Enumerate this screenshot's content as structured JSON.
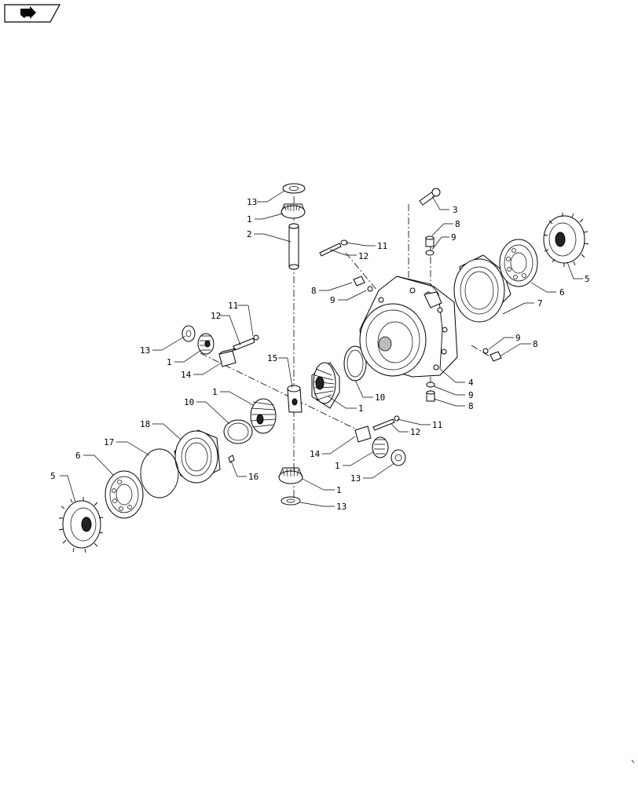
{
  "nav": {
    "icon": "arrow-right-icon"
  },
  "callouts": {
    "c1a": "1",
    "c1b": "1",
    "c1c": "1",
    "c1d": "1",
    "c1e": "1",
    "c1f": "1",
    "c2": "2",
    "c3": "3",
    "c4": "4",
    "c5a": "5",
    "c5b": "5",
    "c6a": "6",
    "c6b": "6",
    "c7": "7",
    "c8a": "8",
    "c8b": "8",
    "c8c": "8",
    "c8d": "8",
    "c9a": "9",
    "c9b": "9",
    "c9c": "9",
    "c9d": "9",
    "c10a": "10",
    "c10b": "10",
    "c11a": "11",
    "c11b": "11",
    "c11c": "11",
    "c12a": "12",
    "c12b": "12",
    "c12c": "12",
    "c13a": "13",
    "c13b": "13",
    "c13c": "13",
    "c13d": "13",
    "c14a": "14",
    "c14b": "14",
    "c15": "15",
    "c16": "16",
    "c17": "17",
    "c18": "18"
  }
}
